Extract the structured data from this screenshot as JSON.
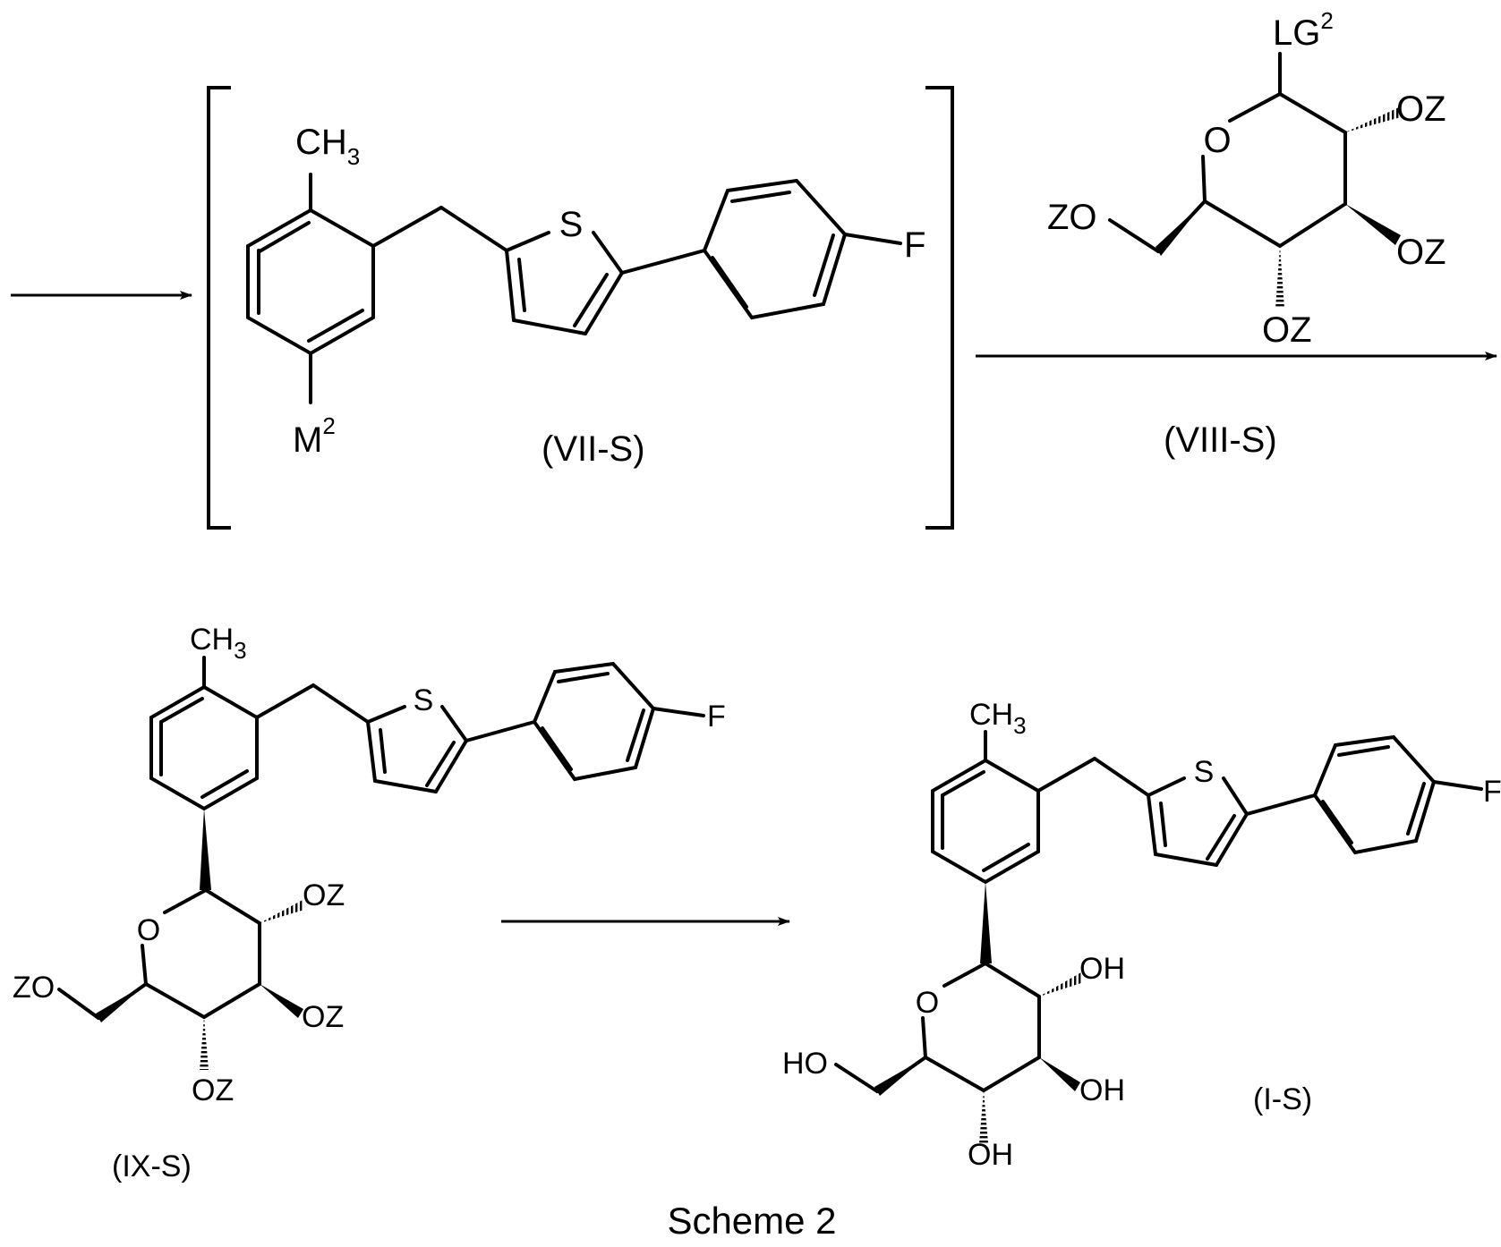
{
  "caption": "Scheme 2",
  "vii": {
    "ch3": "CH",
    "ch3_sub": "3",
    "s": "S",
    "f": "F",
    "m2": "M",
    "m2_sup": "2",
    "label": "(VII-S)"
  },
  "viii": {
    "lg2": "LG",
    "lg2_sup": "2",
    "o": "O",
    "oz_top": "OZ",
    "zo": "ZO",
    "oz_right": "OZ",
    "oz_bottom": "OZ",
    "label": "(VIII-S)"
  },
  "ix": {
    "ch3": "CH",
    "ch3_sub": "3",
    "s": "S",
    "f": "F",
    "o": "O",
    "oz_top": "OZ",
    "zo": "ZO",
    "oz_right": "OZ",
    "oz_bottom": "OZ",
    "label": "(IX-S)"
  },
  "is": {
    "ch3": "CH",
    "ch3_sub": "3",
    "s": "S",
    "f": "F",
    "o": "O",
    "oh_top": "OH",
    "ho": "HO",
    "oh_right": "OH",
    "oh_bottom": "OH",
    "label": "(I-S)"
  }
}
